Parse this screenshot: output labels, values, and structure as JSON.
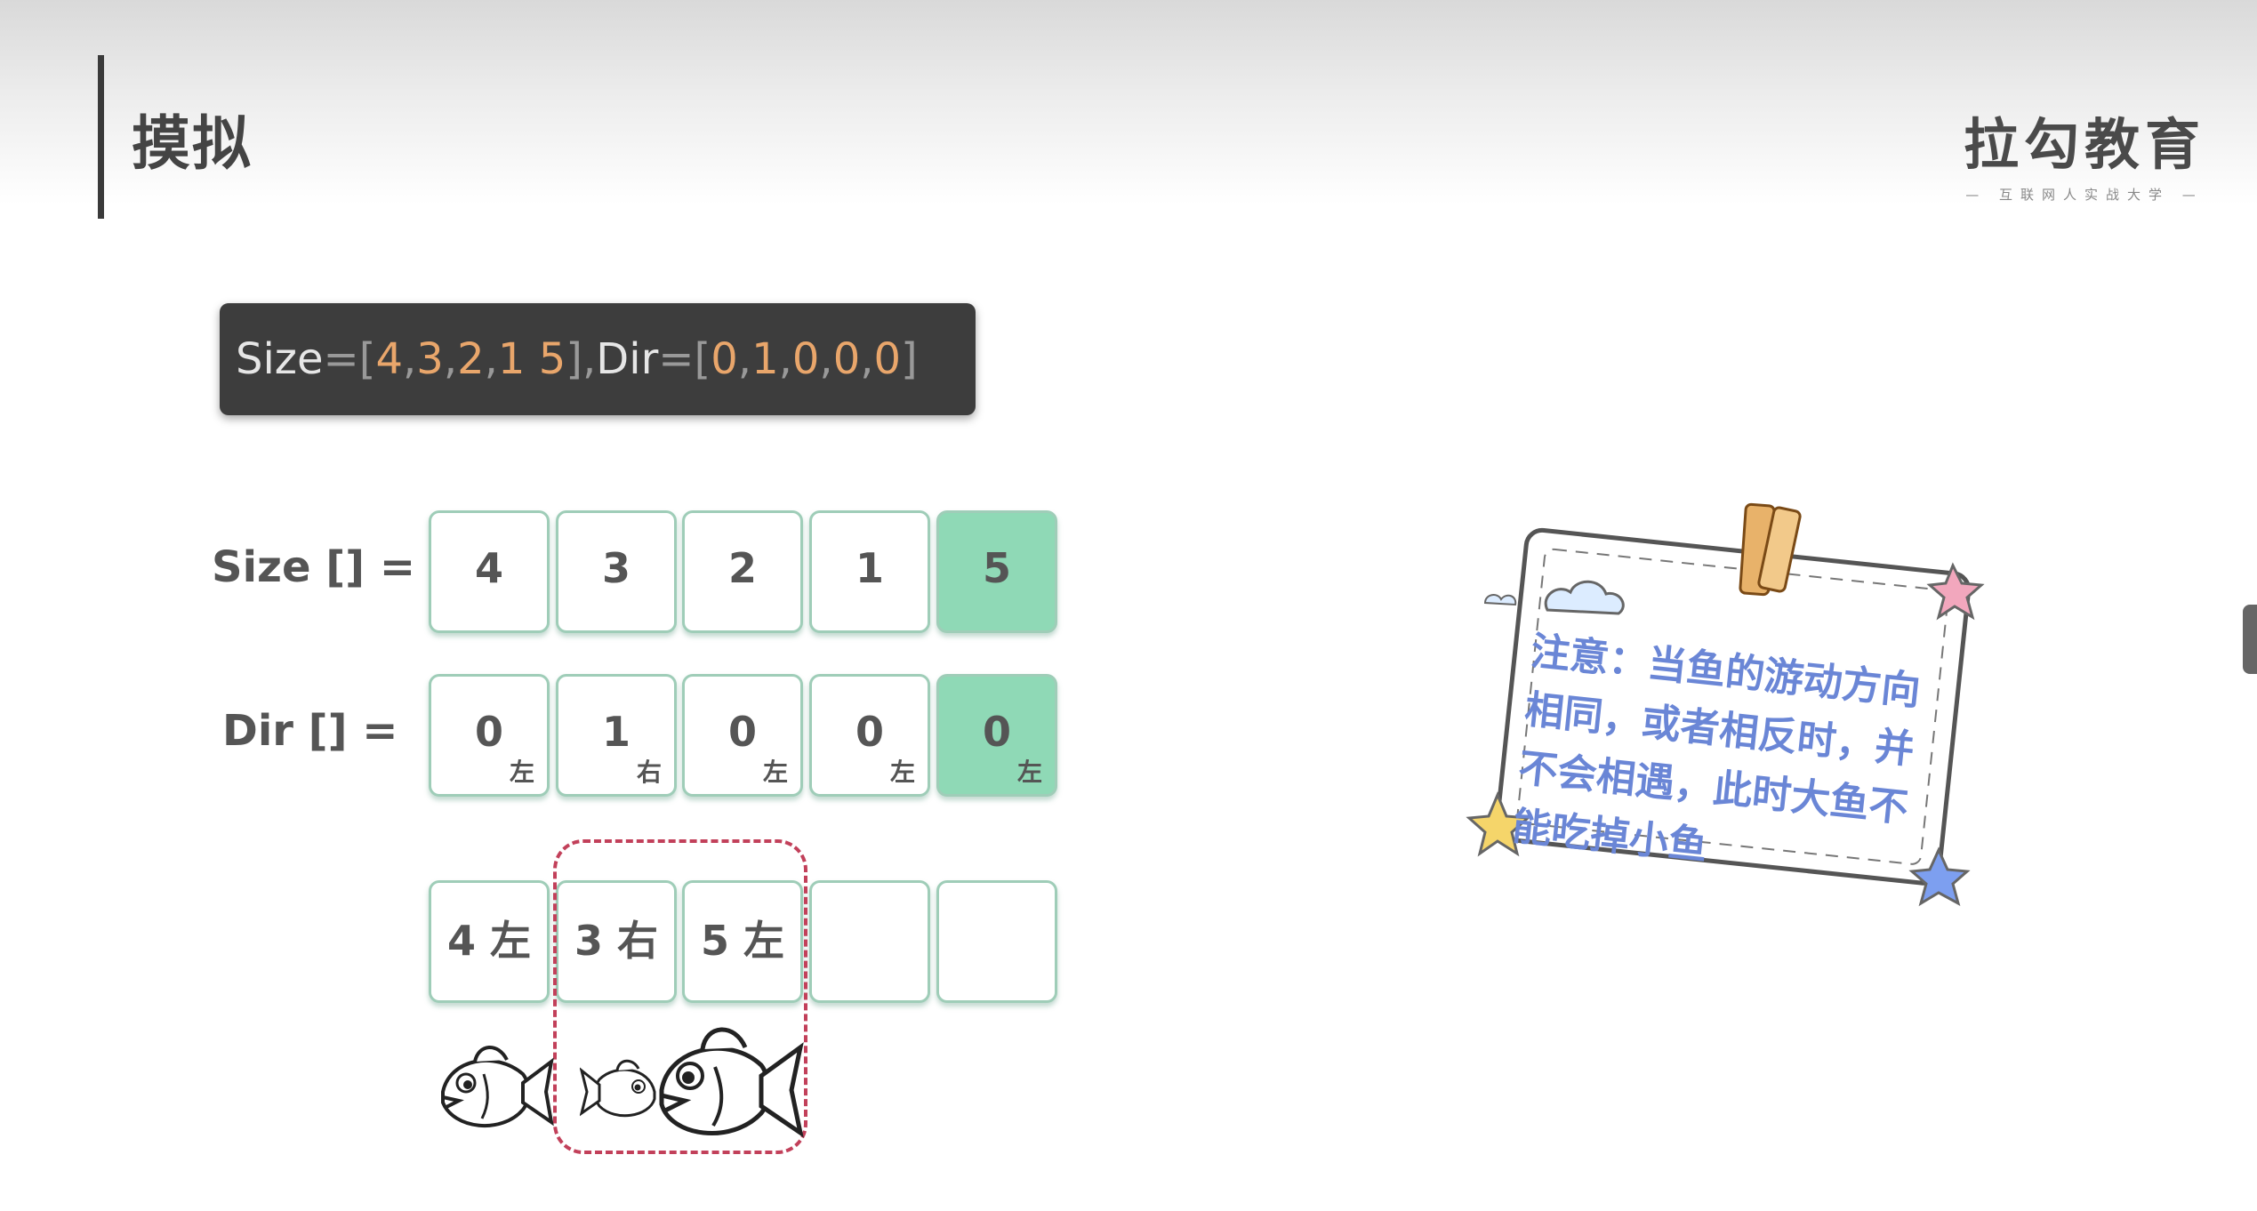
{
  "page": {
    "title": "摸拟"
  },
  "logo": {
    "text": "拉勾教育",
    "sub": "— 互联网人实战大学 —"
  },
  "code": {
    "size_name": "Size",
    "eq": " = ",
    "lb": "[",
    "rb": "]",
    "comma": ", ",
    "size_vals": [
      "4",
      "3",
      "2",
      "1 5"
    ],
    "dir_name": "Dir",
    "dir_vals": [
      "0",
      "1",
      "0",
      "0",
      "0"
    ]
  },
  "size_row": {
    "label": "Size [] =",
    "cells": [
      "4",
      "3",
      "2",
      "1",
      "5"
    ]
  },
  "dir_row": {
    "label": "Dir [] =",
    "cells": [
      {
        "value": "0",
        "dir": "左"
      },
      {
        "value": "1",
        "dir": "右"
      },
      {
        "value": "0",
        "dir": "左"
      },
      {
        "value": "0",
        "dir": "左"
      },
      {
        "value": "0",
        "dir": "左"
      }
    ]
  },
  "stack_row": {
    "cells": [
      "4 左",
      "3 右",
      "5 左",
      "",
      ""
    ]
  },
  "note": {
    "text": "注意：当鱼的游动方向相同，或者相反时，并不会相遇，此时大鱼不能吃掉小鱼"
  },
  "colors": {
    "highlight": "#8fd9b6",
    "border": "#9fcdb8",
    "dash": "#c2405a",
    "note_text": "#6a86d6",
    "code_num": "#e9a66b"
  }
}
